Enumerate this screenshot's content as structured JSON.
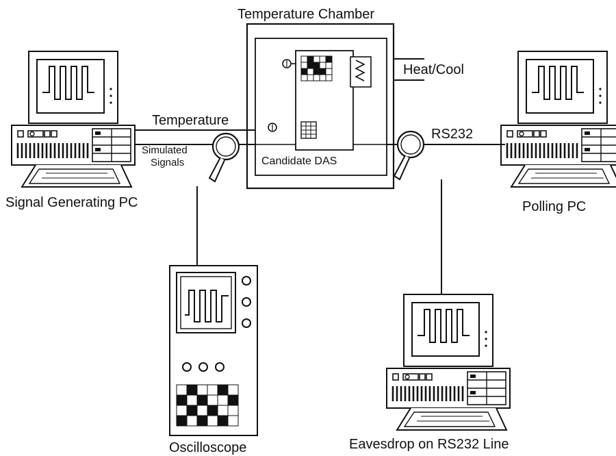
{
  "labels": {
    "chamber": "Temperature Chamber",
    "heat_cool": "Heat/Cool",
    "candidate": "Candidate DAS",
    "temperature": "Temperature",
    "simulated": "Simulated",
    "signals": "Signals",
    "rs232": "RS232",
    "signal_pc": "Signal Generating PC",
    "polling_pc": "Polling PC",
    "oscilloscope": "Oscilloscope",
    "eavesdrop": "Eavesdrop on RS232 Line"
  },
  "grids": {
    "candidate_display": [
      [
        0,
        1,
        0,
        0,
        1
      ],
      [
        0,
        1,
        1,
        0,
        0
      ],
      [
        1,
        0,
        1,
        1,
        0
      ],
      [
        0,
        0,
        0,
        0,
        0
      ]
    ],
    "oscilloscope_display": [
      [
        0,
        1,
        0,
        0,
        1,
        0
      ],
      [
        1,
        0,
        1,
        0,
        0,
        1
      ],
      [
        0,
        1,
        0,
        1,
        0,
        0
      ],
      [
        1,
        0,
        1,
        0,
        1,
        0
      ]
    ]
  }
}
